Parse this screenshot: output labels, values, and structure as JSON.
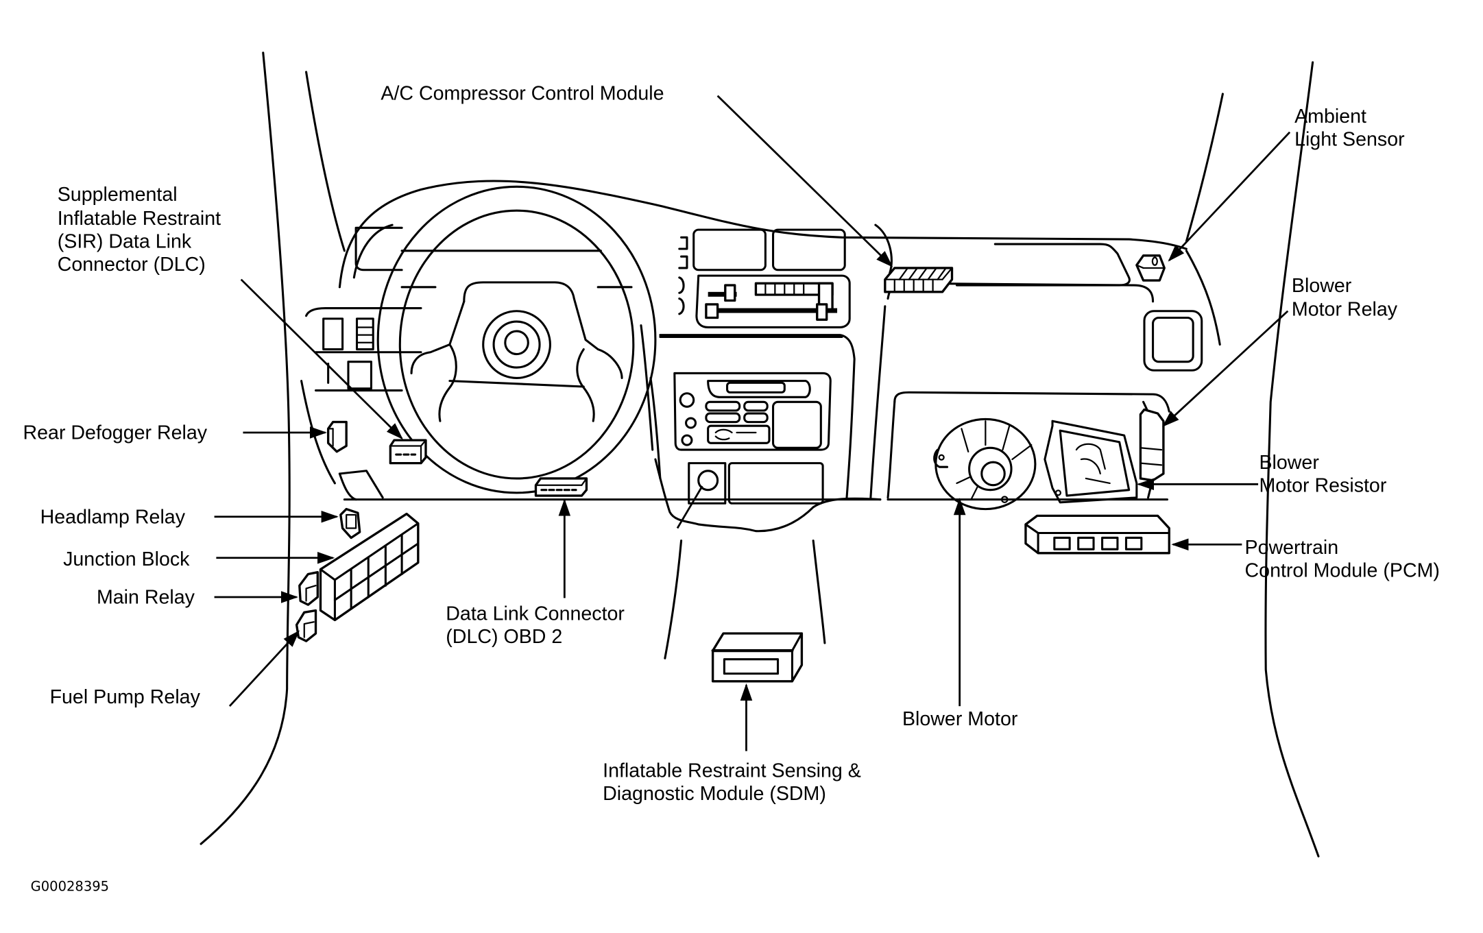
{
  "figure": {
    "id_code": "G00028395",
    "labels": {
      "ac_compressor": [
        "A/C Compressor Control Module"
      ],
      "ambient_light": [
        "Ambient",
        "Light Sensor"
      ],
      "sir_dlc": [
        "Supplemental",
        "Inflatable Restraint",
        "(SIR) Data Link",
        "Connector (DLC)"
      ],
      "blower_relay": [
        "Blower",
        "Motor Relay"
      ],
      "rear_defogger": [
        "Rear Defogger Relay"
      ],
      "blower_resistor": [
        "Blower",
        "Motor Resistor"
      ],
      "headlamp": [
        "Headlamp Relay"
      ],
      "junction_block": [
        "Junction Block"
      ],
      "main_relay": [
        "Main Relay"
      ],
      "pcm": [
        "Powertrain",
        "Control Module (PCM)"
      ],
      "dlc_obd2": [
        "Data Link Connector",
        "(DLC) OBD 2"
      ],
      "fuel_pump": [
        "Fuel Pump Relay"
      ],
      "blower_motor": [
        "Blower Motor"
      ],
      "sdm": [
        "Inflatable Restraint Sensing &",
        "Diagnostic Module (SDM)"
      ]
    }
  }
}
